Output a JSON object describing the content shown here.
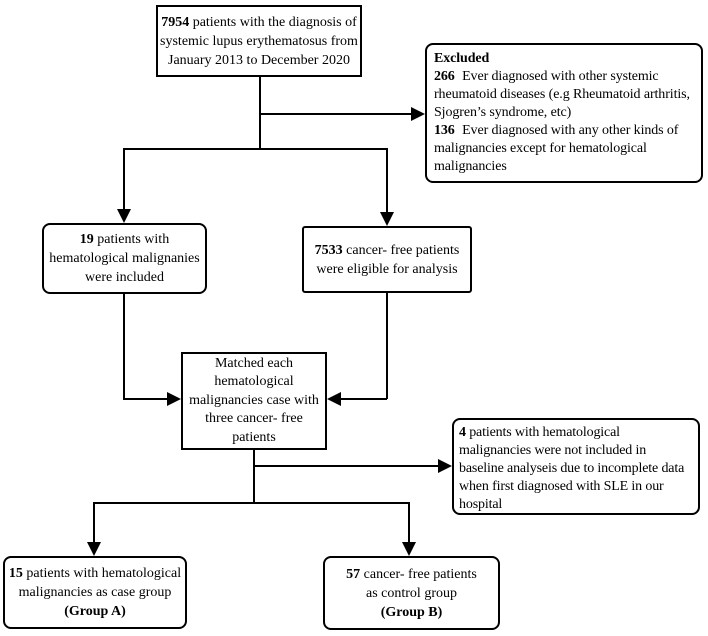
{
  "figure": {
    "type": "flowchart",
    "colors": {
      "line": "#000000",
      "box_border": "#000000",
      "box_fill": "#ffffff",
      "text": "#000000"
    },
    "boxes": {
      "top": {
        "num": "7954",
        "text": " patients with the diagnosis of\nsystemic lupus erythematosus from\nJanuary 2013 to December 2020"
      },
      "excluded": {
        "title": "Excluded",
        "item1_num": "266",
        "item1_text": " Ever diagnosed with other systemic\nrheumatoid diseases (e.g Rheumatoid arthritis,\nSjogren’s syndrome, etc)",
        "item2_num": "136",
        "item2_text": " Ever diagnosed with any other kinds of\nmalignancies except for hematological\nmalignancies"
      },
      "hema19": {
        "num": "19",
        "text": " patients with\nhematological malignanies\nwere included"
      },
      "cancerfree7533": {
        "num": "7533",
        "text": " cancer- free patients\nwere eligible for analysis"
      },
      "matched": {
        "text": "Matched each\nhematological\nmalignancies case with\nthree cancer- free\npatients"
      },
      "notincluded4": {
        "num": "4",
        "text": " patients with hematological\nmalignancies were not included in\nbaseline  analyseis due to incomplete data\nwhen first diagnosed with SLE in our\nhospital"
      },
      "groupA": {
        "num": "15",
        "text": " patients with hematological\nmalignancies as case group",
        "label": "(Group A)"
      },
      "groupB": {
        "num": "57",
        "text": " cancer- free patients\nas control group",
        "label": "(Group B)"
      }
    },
    "edges": [
      {
        "from": "top",
        "to": "excluded"
      },
      {
        "from": "top",
        "to": "hema19"
      },
      {
        "from": "top",
        "to": "cancerfree7533"
      },
      {
        "from": "hema19",
        "to": "matched"
      },
      {
        "from": "cancerfree7533",
        "to": "matched"
      },
      {
        "from": "matched",
        "to": "notincluded4"
      },
      {
        "from": "matched",
        "to": "groupA"
      },
      {
        "from": "matched",
        "to": "groupB"
      }
    ]
  }
}
